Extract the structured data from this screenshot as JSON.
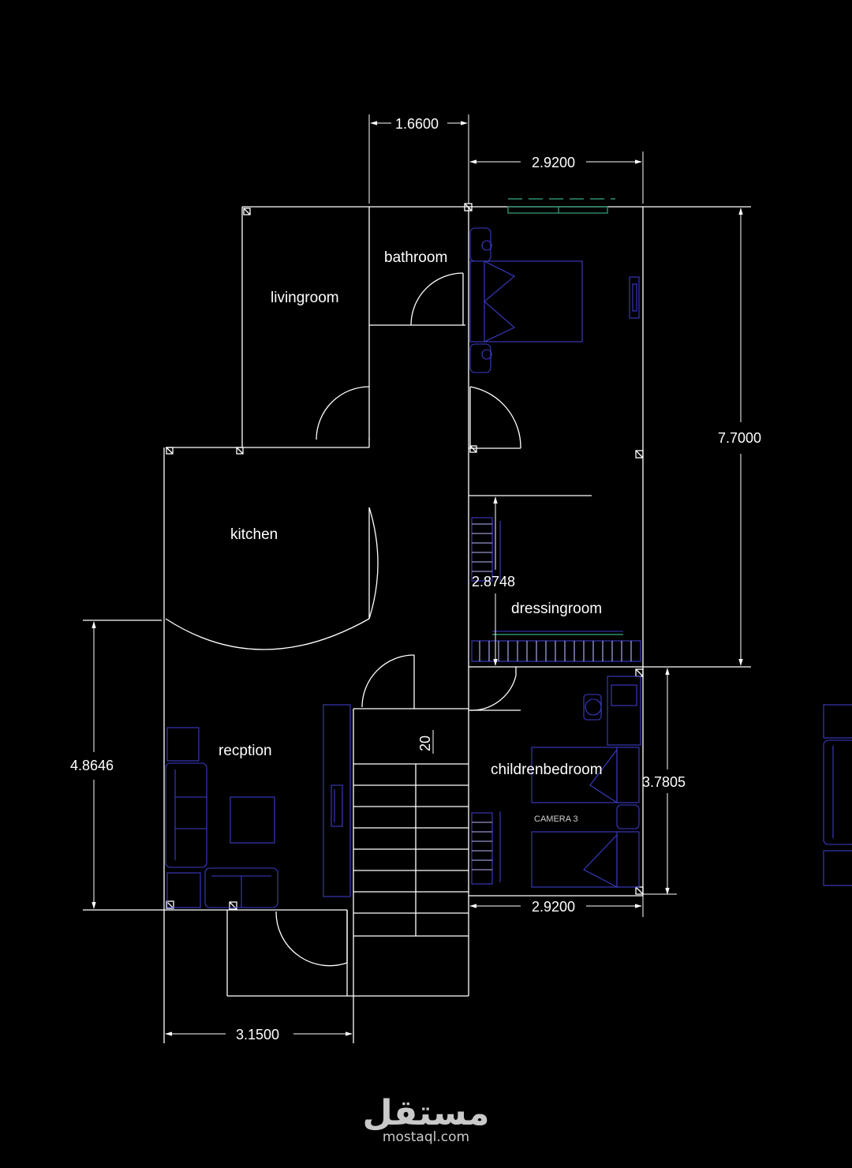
{
  "rooms": {
    "bathroom": "bathroom",
    "livingroom": "livingroom",
    "kitchen": "kitchen",
    "dressingroom": "dressingroom",
    "reception": "recption",
    "children_bedroom": "childrenbedroom"
  },
  "dimensions": {
    "top_small": "1.6600",
    "top_right": "2.9200",
    "right_tall": "7.7000",
    "dressing_inner": "2.8748",
    "left": "4.8646",
    "stair_step": "20",
    "right_lower": "3.7805",
    "bottom_right": "2.9200",
    "bottom_left": "3.1500"
  },
  "labels": {
    "camera": "CAMERA 3"
  },
  "watermark": {
    "arabic": "مستقل",
    "site": "mostaql.com"
  },
  "colors": {
    "background": "#000000",
    "walls": "#ffffff",
    "furniture": "#3c3cc8",
    "window": "#2f8f6a"
  }
}
